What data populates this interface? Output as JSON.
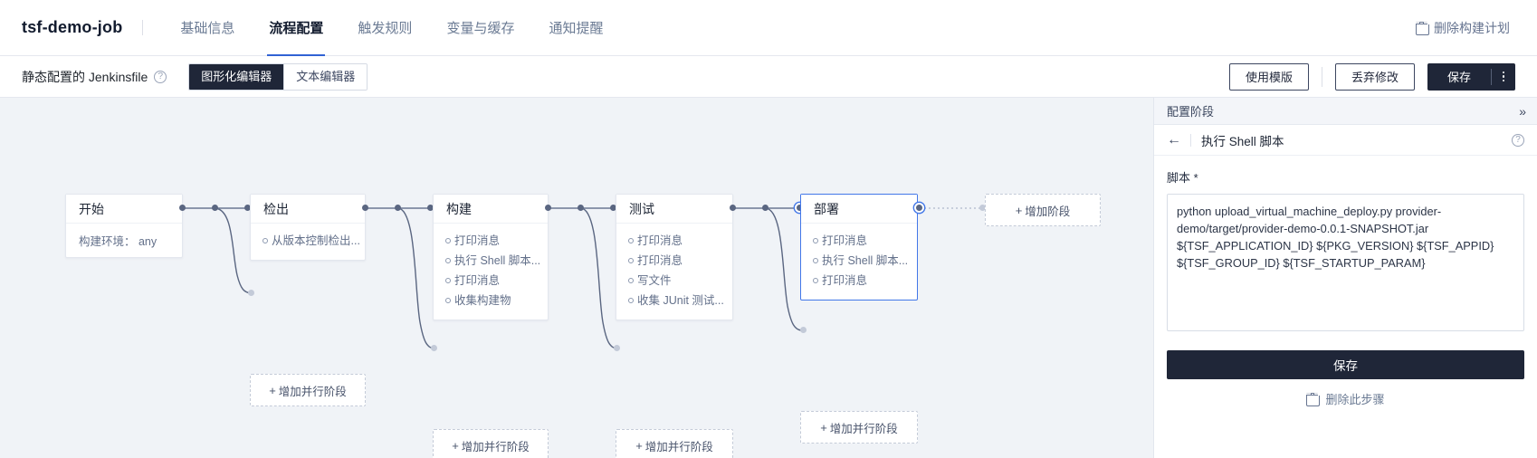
{
  "header": {
    "job_title": "tsf-demo-job",
    "tabs": [
      {
        "label": "基础信息",
        "active": false
      },
      {
        "label": "流程配置",
        "active": true
      },
      {
        "label": "触发规则",
        "active": false
      },
      {
        "label": "变量与缓存",
        "active": false
      },
      {
        "label": "通知提醒",
        "active": false
      }
    ],
    "delete_plan_label": "删除构建计划",
    "delete_plan_icon": "trash-icon"
  },
  "subbar": {
    "label": "静态配置的 Jenkinsfile",
    "help_icon": "question-circle-icon",
    "editor_modes": [
      {
        "label": "图形化编辑器",
        "active": true
      },
      {
        "label": "文本编辑器",
        "active": false
      }
    ],
    "use_template_label": "使用模版",
    "discard_label": "丢弃修改",
    "save_label": "保存",
    "more_icon": "kebab-menu-icon"
  },
  "canvas": {
    "add_stage_label": "增加阶段",
    "add_parallel_stage_label": "增加并行阶段",
    "stages": [
      {
        "name": "开始",
        "meta": "构建环境： any",
        "steps": [],
        "selected": false
      },
      {
        "name": "检出",
        "steps": [
          "从版本控制检出..."
        ],
        "selected": false
      },
      {
        "name": "构建",
        "steps": [
          "打印消息",
          "执行 Shell 脚本...",
          "打印消息",
          "收集构建物"
        ],
        "selected": false
      },
      {
        "name": "测试",
        "steps": [
          "打印消息",
          "打印消息",
          "写文件",
          "收集 JUnit 测试..."
        ],
        "selected": false
      },
      {
        "name": "部署",
        "steps": [
          "打印消息",
          "执行 Shell 脚本...",
          "打印消息"
        ],
        "selected": true
      }
    ]
  },
  "panel": {
    "title": "配置阶段",
    "collapse_icon": "chevron-double-right-icon",
    "back_icon": "arrow-left-icon",
    "step_title": "执行 Shell 脚本",
    "help_icon": "question-circle-icon",
    "script_label": "脚本 *",
    "script_value": "python upload_virtual_machine_deploy.py provider-demo/target/provider-demo-0.0.1-SNAPSHOT.jar ${TSF_APPLICATION_ID} ${PKG_VERSION} ${TSF_APPID} ${TSF_GROUP_ID} ${TSF_STARTUP_PARAM}",
    "save_label": "保存",
    "delete_step_label": "删除此步骤",
    "delete_icon": "trash-icon"
  },
  "colors": {
    "accent": "#3062d4",
    "selected_stage_border": "#4277e8",
    "dark_button": "#1f2638",
    "canvas_bg": "#f0f3f7"
  }
}
